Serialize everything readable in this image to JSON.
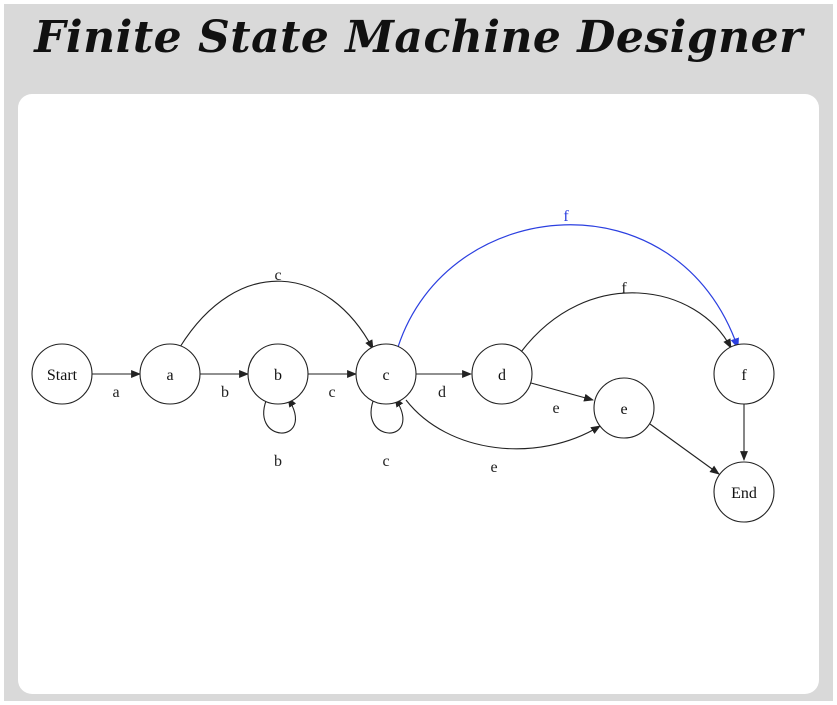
{
  "app": {
    "title": "Finite State Machine Designer"
  },
  "diagram": {
    "states": {
      "start": "Start",
      "a": "a",
      "b": "b",
      "c": "c",
      "d": "d",
      "e": "e",
      "f": "f",
      "end": "End"
    },
    "transitions": {
      "start_a": "a",
      "a_b": "b",
      "a_c": "c",
      "b_loop": "b",
      "b_c": "c",
      "c_loop": "c",
      "c_d": "d",
      "c_e": "e",
      "c_f": "f",
      "d_e": "e",
      "d_f": "f"
    },
    "colors": {
      "stroke": "#222222",
      "highlight": "#2b3fe0",
      "canvas": "#ffffff",
      "frame": "#d9d9d9"
    }
  }
}
